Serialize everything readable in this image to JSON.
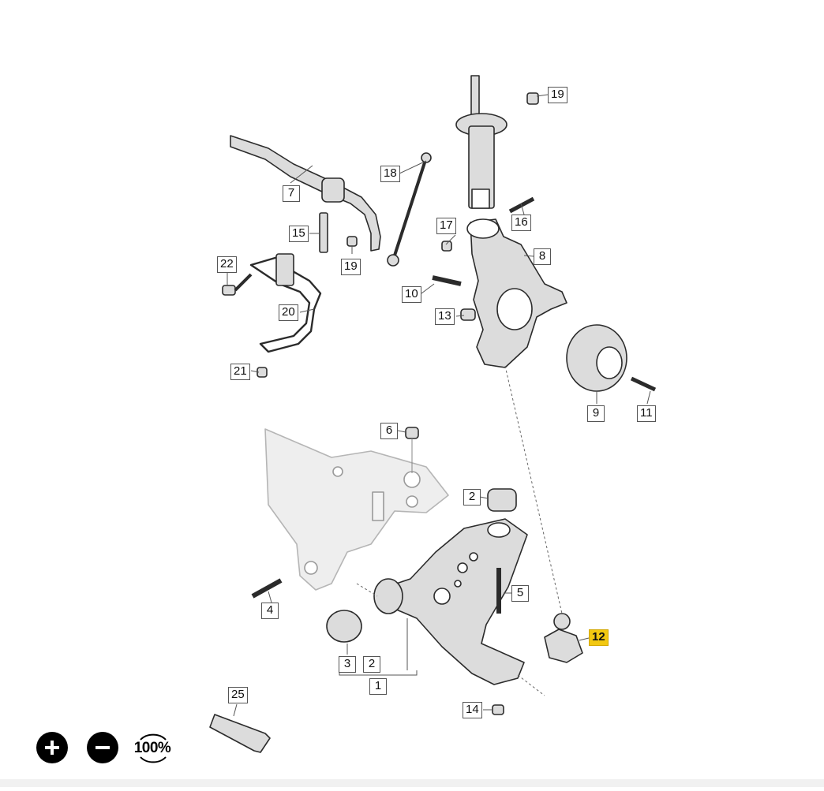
{
  "callouts": [
    {
      "id": "19a",
      "label": "19"
    },
    {
      "id": "18",
      "label": "18"
    },
    {
      "id": "7",
      "label": "7"
    },
    {
      "id": "17",
      "label": "17"
    },
    {
      "id": "16",
      "label": "16"
    },
    {
      "id": "15",
      "label": "15"
    },
    {
      "id": "19b",
      "label": "19"
    },
    {
      "id": "8",
      "label": "8"
    },
    {
      "id": "22",
      "label": "22"
    },
    {
      "id": "10",
      "label": "10"
    },
    {
      "id": "20",
      "label": "20"
    },
    {
      "id": "13",
      "label": "13"
    },
    {
      "id": "21",
      "label": "21"
    },
    {
      "id": "9",
      "label": "9"
    },
    {
      "id": "11",
      "label": "11"
    },
    {
      "id": "6",
      "label": "6"
    },
    {
      "id": "2a",
      "label": "2"
    },
    {
      "id": "5",
      "label": "5"
    },
    {
      "id": "4",
      "label": "4"
    },
    {
      "id": "12",
      "label": "12",
      "highlighted": true
    },
    {
      "id": "3",
      "label": "3"
    },
    {
      "id": "2b",
      "label": "2"
    },
    {
      "id": "1",
      "label": "1"
    },
    {
      "id": "25",
      "label": "25"
    },
    {
      "id": "14",
      "label": "14"
    }
  ],
  "zoom": {
    "zoom_in_icon": "plus-icon",
    "zoom_out_icon": "minus-icon",
    "reset_label": "100%"
  },
  "colors": {
    "highlight": "#f2c811",
    "part_fill": "#d9d9d9",
    "part_stroke": "#2b2b2b"
  }
}
